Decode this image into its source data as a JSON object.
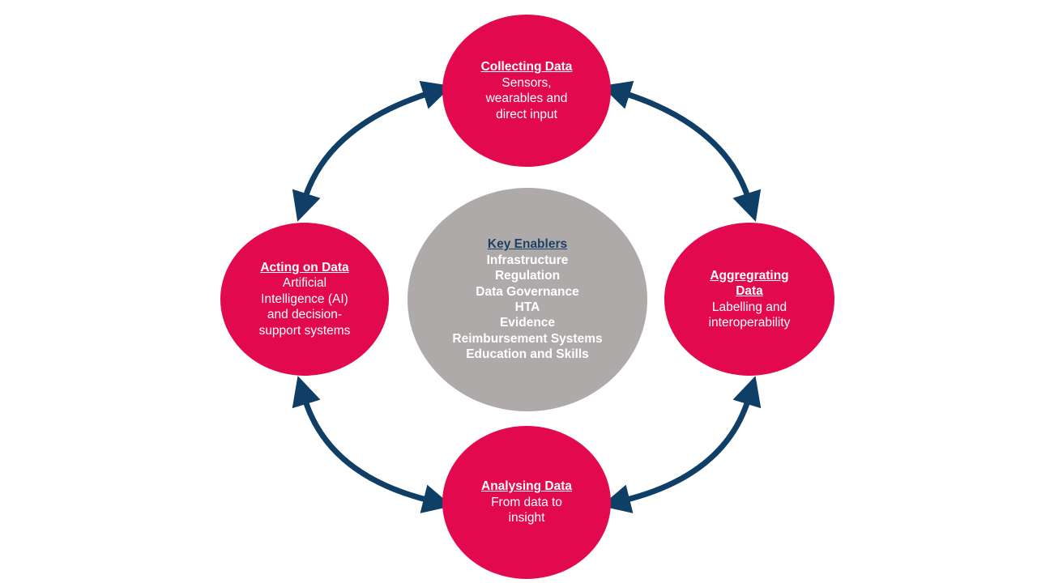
{
  "colors": {
    "stage_fill": "#e3094e",
    "center_fill": "#aeaaaa",
    "arrow": "#0f3e66",
    "center_title": "#1f3f64"
  },
  "stages": {
    "collecting": {
      "title": "Collecting Data",
      "lines": [
        "Sensors,",
        "wearables and",
        "direct input"
      ]
    },
    "aggregating": {
      "title_lines": [
        "Aggregrating",
        "Data"
      ],
      "lines": [
        "Labelling and",
        "interoperability"
      ]
    },
    "analysing": {
      "title": "Analysing Data",
      "lines": [
        "From data to",
        "insight"
      ]
    },
    "acting": {
      "title": "Acting on Data",
      "lines": [
        "Artificial",
        "Intelligence (AI)",
        "and decision-",
        "support systems"
      ]
    }
  },
  "center": {
    "title": "Key Enablers",
    "items": [
      "Infrastructure",
      "Regulation",
      "Data Governance",
      "HTA",
      "Evidence",
      "Reimbursement Systems",
      "Education and Skills"
    ]
  },
  "connectors": [
    {
      "from": "collecting",
      "to": "aggregating",
      "style": "double-headed-arrow"
    },
    {
      "from": "aggregating",
      "to": "analysing",
      "style": "double-headed-arrow"
    },
    {
      "from": "analysing",
      "to": "acting",
      "style": "double-headed-arrow"
    },
    {
      "from": "acting",
      "to": "collecting",
      "style": "double-headed-arrow"
    }
  ]
}
